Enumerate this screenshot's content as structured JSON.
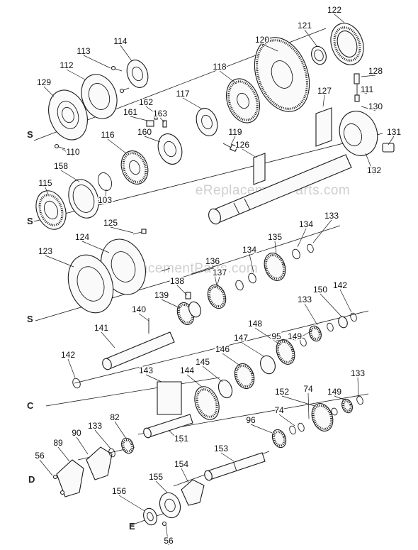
{
  "watermark": "eReplacementParts.com",
  "section_letters": [
    "S",
    "S",
    "S",
    "C",
    "D",
    "E"
  ],
  "part_numbers": [
    "122",
    "121",
    "120",
    "114",
    "113",
    "128",
    "112",
    "111",
    "118",
    "129",
    "127",
    "130",
    "117",
    "162",
    "161",
    "163",
    "131",
    "116",
    "160",
    "119",
    "132",
    "126",
    "110",
    "115",
    "158",
    "103",
    "133",
    "134",
    "125",
    "135",
    "124",
    "134",
    "123",
    "136",
    "137",
    "138",
    "139",
    "140",
    "133",
    "150",
    "142",
    "141",
    "148",
    "95",
    "149",
    "142",
    "147",
    "146",
    "145",
    "143",
    "144",
    "74",
    "152",
    "149",
    "133",
    "74",
    "96",
    "153",
    "82",
    "133",
    "90",
    "89",
    "151",
    "56",
    "154",
    "155",
    "156",
    "56"
  ]
}
